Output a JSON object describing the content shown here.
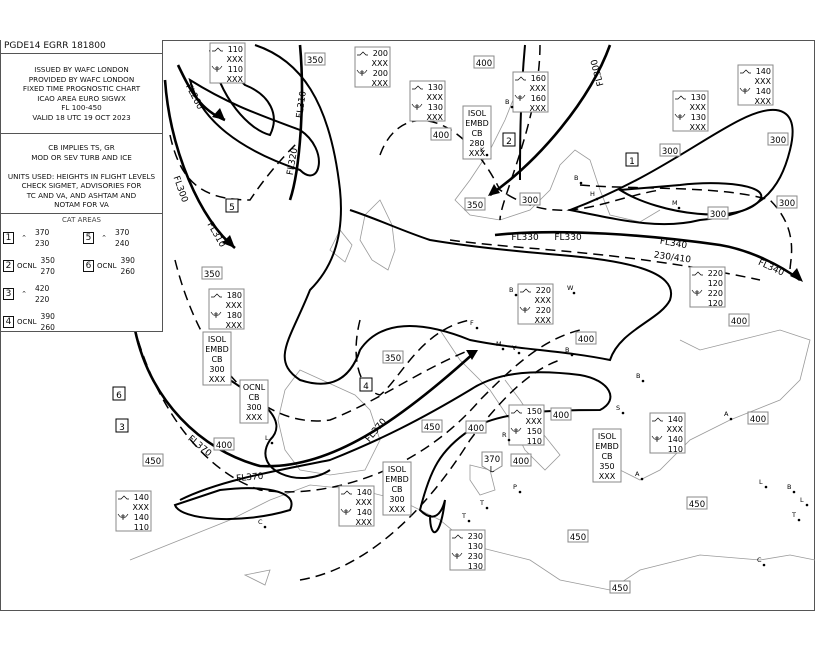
{
  "header": {
    "chart_id": "PGDE14 EGRR 181800"
  },
  "issue_info": [
    "ISSUED BY WAFC LONDON",
    "PROVIDED BY WAFC LONDON",
    "FIXED TIME PROGNOSTIC CHART",
    "ICAO AREA EURO SIGWX",
    "FL 100-450",
    "VALID 18 UTC 19 OCT 2023"
  ],
  "notes": [
    "CB IMPLIES TS, GR",
    "MOD OR SEV TURB AND ICE",
    "",
    "UNITS USED: HEIGHTS IN FLIGHT LEVELS",
    "CHECK SIGMET, ADVISORIES FOR",
    "TC AND VA, AND ASHTAM AND",
    "NOTAM FOR VA"
  ],
  "cat_areas": {
    "title": "CAT AREAS",
    "items": [
      {
        "id": "1",
        "qualifier": "",
        "top": "370",
        "base": "230"
      },
      {
        "id": "5",
        "qualifier": "",
        "top": "370",
        "base": "240"
      },
      {
        "id": "2",
        "qualifier": "OCNL",
        "top": "350",
        "base": "270"
      },
      {
        "id": "6",
        "qualifier": "OCNL",
        "top": "390",
        "base": "260"
      },
      {
        "id": "3",
        "qualifier": "",
        "top": "420",
        "base": "220"
      },
      {
        "id": "4",
        "qualifier": "OCNL",
        "top": "390",
        "base": "260"
      }
    ]
  },
  "turb_ice_boxes": [
    {
      "turb": [
        "110",
        "XXX"
      ],
      "ice": [
        "110",
        "XXX"
      ]
    },
    {
      "turb": [
        "200",
        "XXX"
      ],
      "ice": [
        "200",
        "XXX"
      ]
    },
    {
      "turb": [
        "130",
        "XXX"
      ],
      "ice": [
        "130",
        "XXX"
      ]
    },
    {
      "turb": [
        "160",
        "XXX"
      ],
      "ice": [
        "160",
        "XXX"
      ]
    },
    {
      "turb": [
        "130",
        "XXX"
      ],
      "ice": [
        "130",
        "XXX"
      ]
    },
    {
      "turb": [
        "140",
        "XXX"
      ],
      "ice": [
        "140",
        "XXX"
      ]
    },
    {
      "turb": [
        "220",
        "120"
      ],
      "ice": [
        "220",
        "120"
      ]
    },
    {
      "turb": [
        "220",
        "XXX"
      ],
      "ice": [
        "220",
        "XXX"
      ]
    },
    {
      "turb": [
        "180",
        "XXX"
      ],
      "ice": [
        "180",
        "XXX"
      ]
    },
    {
      "turb": [
        "150",
        "XXX"
      ],
      "ice": [
        "150",
        "110"
      ]
    },
    {
      "turb": [
        "140",
        "XXX"
      ],
      "ice": [
        "140",
        "110"
      ]
    },
    {
      "turb": [
        "140",
        "XXX"
      ],
      "ice": [
        "140",
        "110"
      ]
    },
    {
      "turb": [
        "140",
        "XXX"
      ],
      "ice": [
        "140",
        "XXX"
      ]
    },
    {
      "turb": [
        "230",
        "130"
      ],
      "ice": [
        "230",
        "130"
      ]
    }
  ],
  "cb_boxes": [
    [
      "ISOL",
      "EMBD",
      "CB",
      "280",
      "XXX"
    ],
    [
      "ISOL",
      "EMBD",
      "CB",
      "300",
      "XXX"
    ],
    [
      "OCNL",
      "CB",
      "300",
      "XXX"
    ],
    [
      "ISOL",
      "EMBD",
      "CB",
      "300",
      "XXX"
    ],
    [
      "ISOL",
      "EMBD",
      "CB",
      "350",
      "XXX"
    ]
  ],
  "tropopause_heights": [
    "350",
    "400",
    "400",
    "350",
    "300",
    "300",
    "300",
    "300",
    "300",
    "350",
    "400",
    "400",
    "350",
    "400",
    "400",
    "450",
    "400",
    "400",
    "400",
    "450",
    "450",
    "450",
    "450"
  ],
  "tropopause_low": {
    "value": "370",
    "label": "L"
  },
  "jet_labels": [
    "FL260",
    "FL310",
    "FL320",
    "FL300",
    "FL310",
    "FL300",
    "FL330",
    "FL330",
    "FL340",
    "230/410",
    "FL340",
    "FL370",
    "FL370",
    "FL370"
  ],
  "cat_markers": [
    "1",
    "2",
    "5",
    "6",
    "3",
    "4"
  ],
  "volcano_labels": [
    "K",
    "B",
    "B",
    "H",
    "M",
    "B",
    "W",
    "F",
    "M",
    "V",
    "B",
    "B",
    "S",
    "A",
    "R",
    "P",
    "T",
    "L",
    "C",
    "T",
    "A",
    "L",
    "B",
    "T",
    "C",
    "L"
  ],
  "colors": {
    "line": "#000000",
    "coast": "#9a9a9a",
    "box_border": "#888888"
  }
}
